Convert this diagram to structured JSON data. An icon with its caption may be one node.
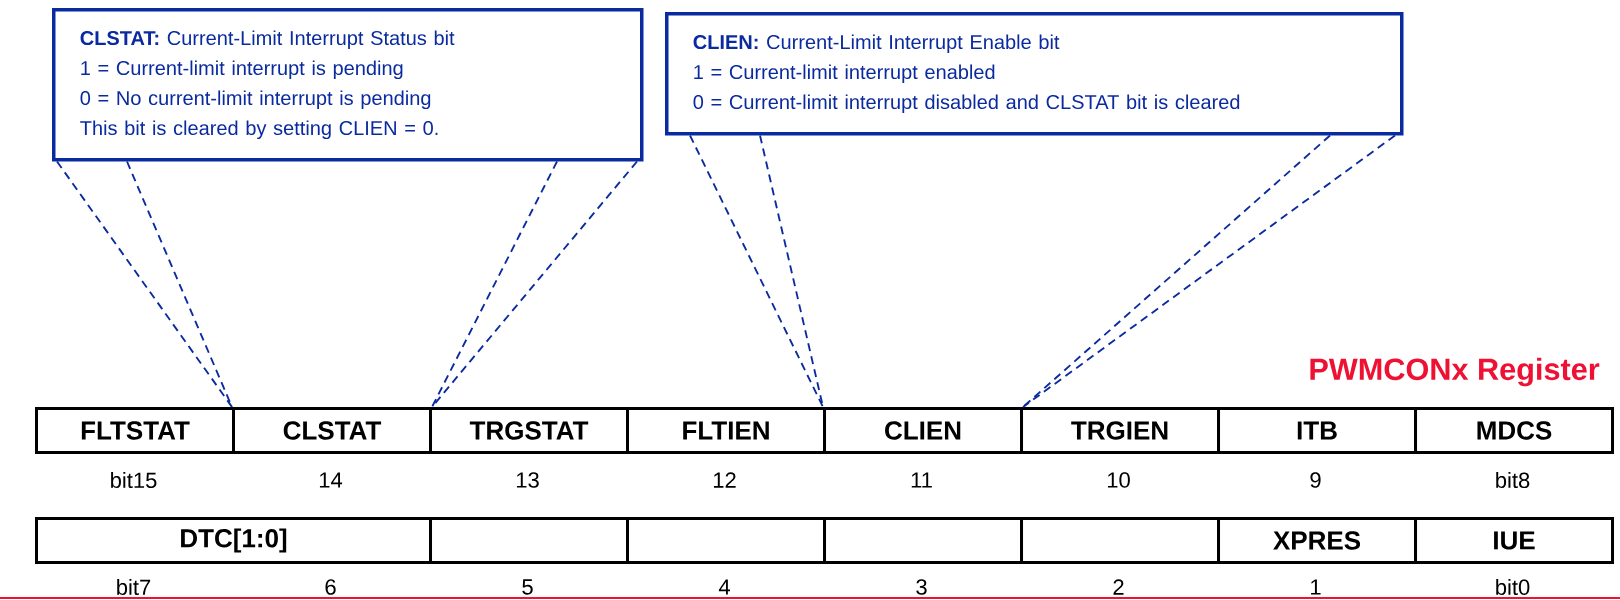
{
  "diagram": {
    "title": "PWMCONx Register",
    "nodes": [
      {
        "text": [
          "**CLSTAT:** Current-Limit Interrupt Status bit",
          "1 = Current-limit interrupt is pending",
          "0 = No current-limit interrupt is pending",
          "This bit is cleared by setting CLIEN = 0."
        ]
      },
      {
        "text": [
          "**CLIEN:** Current-Limit Interrupt Enable bit",
          "1 = Current-limit interrupt enabled",
          "0 = Current-limit interrupt disabled and CLSTAT bit is cleared"
        ]
      },
      {
        "text": [
          "FLTSTAT"
        ],
        "beside": [
          "bit15"
        ]
      },
      {
        "text": [
          "CLSTAT"
        ],
        "beside": [
          "14"
        ]
      },
      {
        "text": [
          "TRGSTAT"
        ],
        "beside": [
          "13"
        ]
      },
      {
        "text": [
          "FLTIEN"
        ],
        "beside": [
          "12"
        ]
      },
      {
        "text": [
          "CLIEN"
        ],
        "beside": [
          "11"
        ]
      },
      {
        "text": [
          "TRGIEN"
        ],
        "beside": [
          "10"
        ]
      },
      {
        "text": [
          "ITB"
        ],
        "beside": [
          "9"
        ]
      },
      {
        "text": [
          "MDCS"
        ],
        "beside": [
          "bit8"
        ]
      },
      {
        "text": [
          "DTC[1:0]"
        ],
        "beside": [
          "bit7",
          "6"
        ]
      },
      {
        "text": [],
        "shape": "box",
        "beside": [
          "5"
        ]
      },
      {
        "text": [],
        "shape": "box",
        "beside": [
          "4"
        ]
      },
      {
        "text": [],
        "shape": "box",
        "beside": [
          "3"
        ]
      },
      {
        "text": [],
        "shape": "box",
        "beside": [
          "2"
        ]
      },
      {
        "text": [
          "XPRES"
        ],
        "beside": [
          "1"
        ]
      },
      {
        "text": [
          "IUE"
        ],
        "beside": [
          "bit0"
        ]
      }
    ],
    "edges": [
      {
        "from": 0,
        "to": 3,
        "arrow": "none",
        "style": "dashed"
      },
      {
        "from": 0,
        "to": 3,
        "arrow": "none",
        "style": "dashed"
      },
      {
        "from": 0,
        "to": 3,
        "arrow": "none",
        "style": "dashed"
      },
      {
        "from": 0,
        "to": 3,
        "arrow": "none",
        "style": "dashed"
      },
      {
        "from": 1,
        "to": 6,
        "arrow": "none",
        "style": "dashed"
      },
      {
        "from": 1,
        "to": 6,
        "arrow": "none",
        "style": "dashed"
      },
      {
        "from": 1,
        "to": 6,
        "arrow": "none",
        "style": "dashed"
      },
      {
        "from": 1,
        "to": 6,
        "arrow": "none",
        "style": "dashed"
      }
    ]
  }
}
